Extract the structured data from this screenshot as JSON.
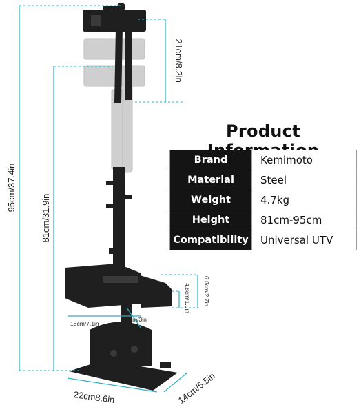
{
  "product_info": {
    "title": "Product Information",
    "rows": [
      {
        "label": "Brand",
        "value": "Kemimoto"
      },
      {
        "label": "Material",
        "value": "Steel"
      },
      {
        "label": "Weight",
        "value": "4.7kg"
      },
      {
        "label": "Height",
        "value": "81cm-95cm"
      },
      {
        "label": "Compatibility",
        "value": "Universal UTV"
      }
    ]
  },
  "dimensions": {
    "total_height": "95cm/37.4in",
    "base_height": "81cm/31.9in",
    "clamp_adjust": "21cm/8.2in",
    "tray_outer_height": "6.8cm/2.7in",
    "tray_inner_height": "4.8cm/1.9in",
    "tray_length": "18cm/7.1in",
    "tray_width": "1.3cm/3in",
    "base_length": "22cm8.6in",
    "base_width": "14cm/5.5in"
  },
  "colors": {
    "guide": "#2ab0c6",
    "product": "#1f1f1f",
    "ghost": "#cfcfcf",
    "label_bg": "#141414"
  }
}
